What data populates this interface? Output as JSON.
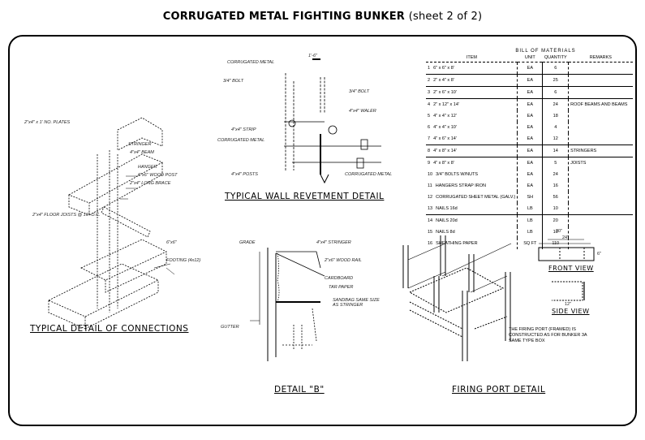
{
  "title": {
    "main": "CORRUGATED METAL FIGHTING BUNKER",
    "sheet": "(sheet 2 of 2)"
  },
  "captions": {
    "connections": "TYPICAL DETAIL OF CONNECTIONS",
    "revetment": "TYPICAL WALL REVETMENT DETAIL",
    "detail_b": "DETAIL \"B\"",
    "firing_port": "FIRING PORT DETAIL",
    "front_view": "FRONT VIEW",
    "side_view": "SIDE VIEW"
  },
  "connections_labels": [
    "2\"x4\" x 1' NO. PLATES",
    "STRINGER",
    "4\"x4\" BEAM",
    "HANGER",
    "6\"x6\" WOOD POST",
    "2\"x4\" LONG BRACE",
    "2\"x4\" FLOOR JOISTS @ 16\" O.C.",
    "6\"x6\"",
    "FOOTING (4x12)"
  ],
  "revetment_labels": [
    "CORRUGATED METAL",
    "1'-6\"",
    "3/4\" BOLT",
    "3/4\" BOLT",
    "4\"x4\" WALER",
    "4\"x4\" STRIP",
    "CORRUGATED METAL",
    "4\"x4\" POSTS",
    "CORRUGATED METAL"
  ],
  "detail_b_labels": [
    "GRADE",
    "4\"x4\" STRINGER",
    "2\"x6\" WOOD RAIL",
    "CARDBOARD",
    "TAR PAPER",
    "SANDBAG SAME SIZE AS STRINGER",
    "GUTTER"
  ],
  "bill_of_materials": {
    "title": "BILL OF MATERIALS",
    "headers": [
      "ITEM",
      "UNIT",
      "QUANTITY",
      "REMARKS"
    ],
    "rows": [
      {
        "no": "1",
        "item": "6\" x 6\" x 8'",
        "unit": "EA",
        "qty": "6",
        "remarks": ""
      },
      {
        "no": "2",
        "item": "2\" x 4\" x 8'",
        "unit": "EA",
        "qty": "25",
        "remarks": ""
      },
      {
        "no": "3",
        "item": "2\" x 6\" x 10'",
        "unit": "EA",
        "qty": "6",
        "remarks": ""
      },
      {
        "no": "4",
        "item": "2\" x 12\" x 14'",
        "unit": "EA",
        "qty": "24",
        "remarks": "ROOF BEAMS AND BEAMS"
      },
      {
        "no": "5",
        "item": "4\" x 4\" x 12'",
        "unit": "EA",
        "qty": "18",
        "remarks": ""
      },
      {
        "no": "6",
        "item": "4\" x 4\" x 10'",
        "unit": "EA",
        "qty": "4",
        "remarks": ""
      },
      {
        "no": "7",
        "item": "4\" x 6\" x 14'",
        "unit": "EA",
        "qty": "12",
        "remarks": ""
      },
      {
        "no": "8",
        "item": "4\" x 8\" x 14'",
        "unit": "EA",
        "qty": "14",
        "remarks": "STRINGERS"
      },
      {
        "no": "9",
        "item": "4\" x 8\" x 8'",
        "unit": "EA",
        "qty": "5",
        "remarks": "JOISTS"
      },
      {
        "no": "10",
        "item": "3/4\" BOLTS W/NUTS",
        "unit": "EA",
        "qty": "24",
        "remarks": ""
      },
      {
        "no": "11",
        "item": "HANGERS STRAP IRON",
        "unit": "EA",
        "qty": "16",
        "remarks": ""
      },
      {
        "no": "12",
        "item": "CORRUGATED SHEET METAL (GALV.)",
        "unit": "SH",
        "qty": "56",
        "remarks": ""
      },
      {
        "no": "13",
        "item": "NAILS 16d",
        "unit": "LB",
        "qty": "10",
        "remarks": ""
      },
      {
        "no": "14",
        "item": "NAILS 20d",
        "unit": "LB",
        "qty": "20",
        "remarks": ""
      },
      {
        "no": "15",
        "item": "NAILS 8d",
        "unit": "LB",
        "qty": "10",
        "remarks": ""
      },
      {
        "no": "16",
        "item": "SHEATHING PAPER",
        "unit": "SQ FT",
        "qty": "110",
        "remarks": ""
      }
    ]
  },
  "firing_port": {
    "front_dims": [
      "30\"",
      "24\""
    ],
    "side_dims": [
      "6\"",
      "12\""
    ],
    "note": "THE FIRING PORT (FRAMED) IS\nCONSTRUCTED AS FOR BUNKER 3A\nSAME TYPE BOX"
  }
}
